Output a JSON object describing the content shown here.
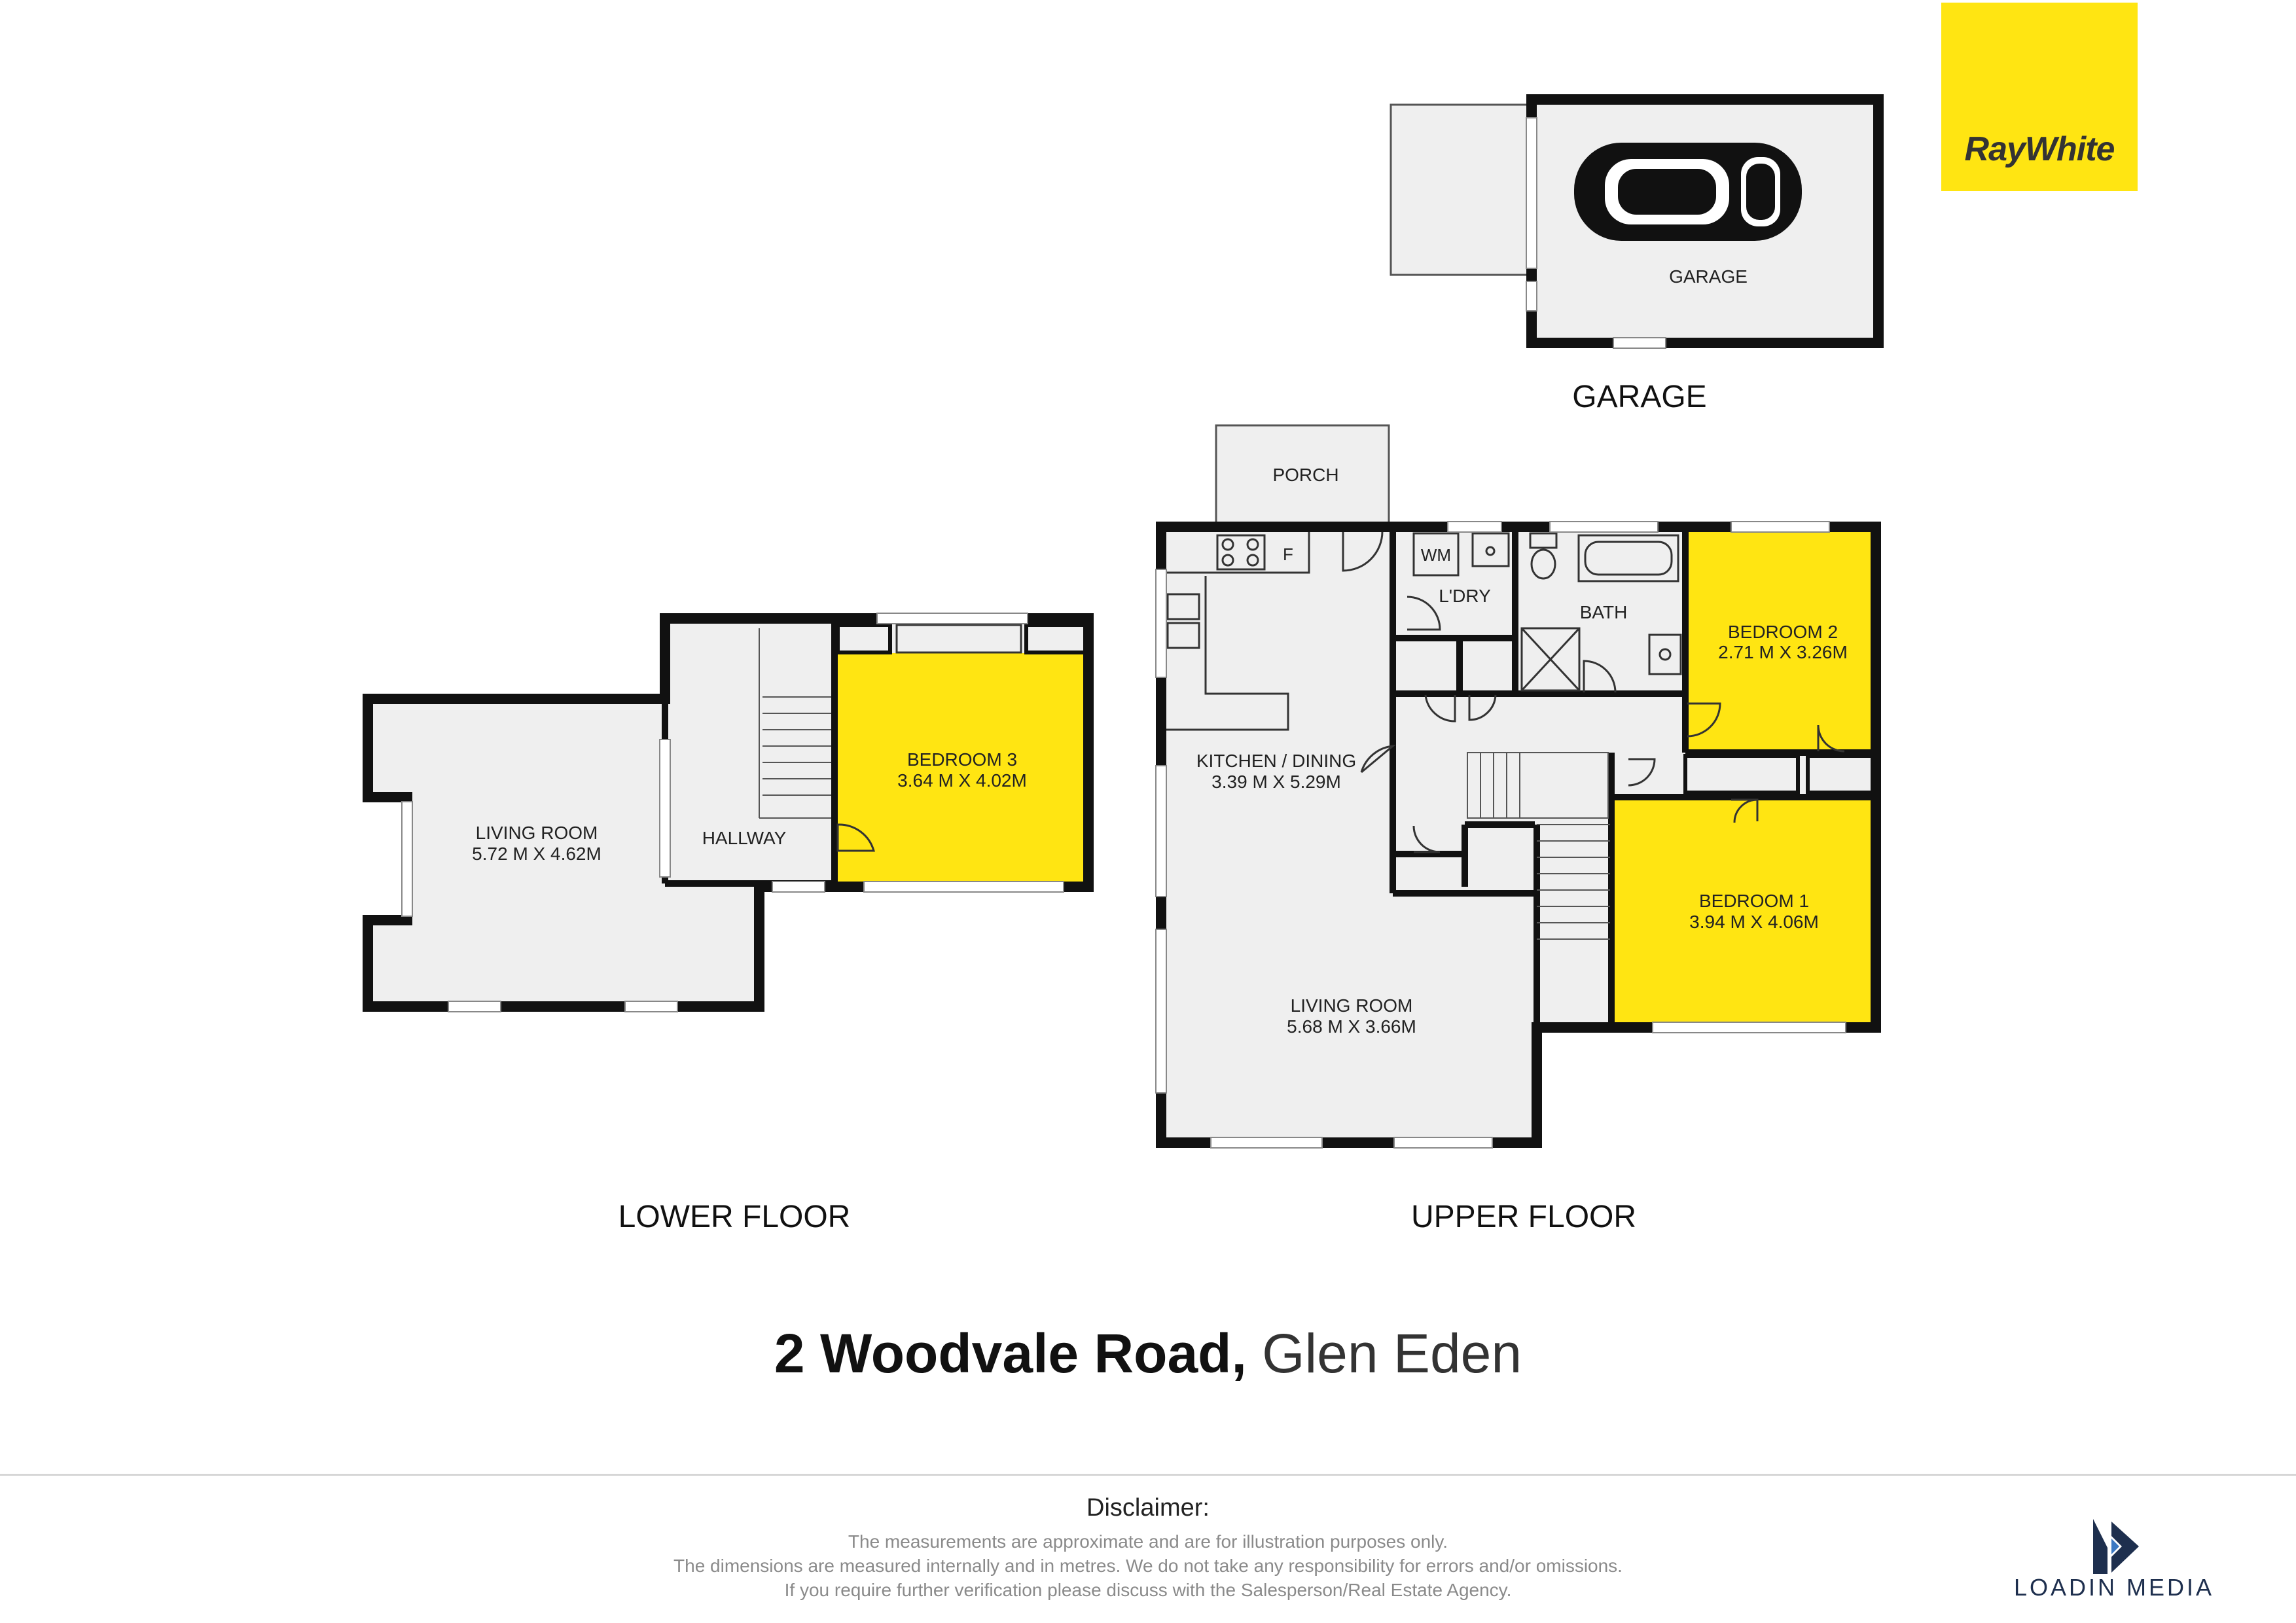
{
  "brand": {
    "name": "RayWhite",
    "color": "#ffe512"
  },
  "colors": {
    "wall": "#111111",
    "floor": "#efefef",
    "bedroom": "#ffe512",
    "window": "#9a9a9a"
  },
  "garage_section": {
    "room_label": "GARAGE",
    "heading": "GARAGE"
  },
  "upper_floor": {
    "heading": "UPPER FLOOR",
    "porch": "PORCH",
    "fridge": "F",
    "washing_machine": "WM",
    "laundry": "L'DRY",
    "bath": "BATH",
    "bedroom2": {
      "name": "BEDROOM 2",
      "size": "2.71 M X 3.26M"
    },
    "bedroom1": {
      "name": "BEDROOM 1",
      "size": "3.94 M X 4.06M"
    },
    "kitchen": {
      "name": "KITCHEN / DINING",
      "size": "3.39 M X 5.29M"
    },
    "living": {
      "name": "LIVING ROOM",
      "size": "5.68 M X 3.66M"
    }
  },
  "lower_floor": {
    "heading": "LOWER FLOOR",
    "living": {
      "name": "LIVING ROOM",
      "size": "5.72 M X 4.62M"
    },
    "hallway": "HALLWAY",
    "bedroom3": {
      "name": "BEDROOM 3",
      "size": "3.64 M X 4.02M"
    }
  },
  "address": {
    "street": "2 Woodvale Road,",
    "suburb": "Glen Eden"
  },
  "disclaimer": {
    "title": "Disclaimer:",
    "lines": [
      "The measurements are approximate and are for illustration purposes only.",
      "The dimensions are measured internally and in metres. We do not take any responsibility for errors and/or omissions.",
      "If you require further verification please discuss with the Salesperson/Real Estate Agency."
    ]
  },
  "credit": {
    "name": "LOADIN MEDIA",
    "color": "#1e2f4e"
  }
}
